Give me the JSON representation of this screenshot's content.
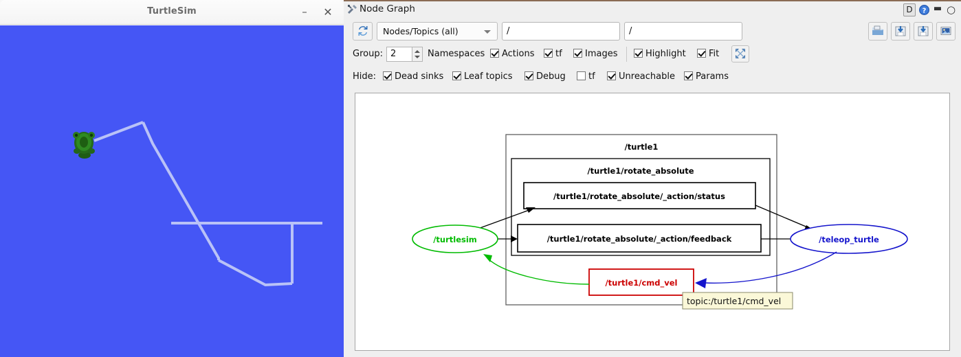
{
  "turtlesim": {
    "title": "TurtleSim",
    "minimize_label": "–",
    "close_label": "✕",
    "canvas_bg": "#4556f5",
    "path_color": "#b9c2f7"
  },
  "nodegraph": {
    "title": "Node Graph",
    "title_icon": "tools-icon",
    "dock": {
      "float_label": "D",
      "help_label": "?",
      "minimize_label": "▬",
      "close_label": "○"
    },
    "toolbar": {
      "refresh_icon": "refresh-icon",
      "filter_select": "Nodes/Topics (all)",
      "topic_filter_value": "/",
      "node_filter_value": "/",
      "buttons": [
        {
          "name": "load-dot-button",
          "icon": "folder-open-icon"
        },
        {
          "name": "save-dot-button",
          "icon": "save-dot-icon"
        },
        {
          "name": "save-svg-button",
          "icon": "save-svg-icon"
        },
        {
          "name": "save-image-button",
          "icon": "save-image-icon"
        }
      ]
    },
    "options": {
      "group_label": "Group:",
      "group_value": "2",
      "namespaces_label": "Namespaces",
      "checks": [
        {
          "label": "Actions",
          "checked": true
        },
        {
          "label": "tf",
          "checked": true
        },
        {
          "label": "Images",
          "checked": true
        },
        {
          "label": "Highlight",
          "checked": true
        },
        {
          "label": "Fit",
          "checked": true
        }
      ],
      "fit_in_view_icon": "fit-in-view-icon"
    },
    "hide": {
      "label": "Hide:",
      "checks": [
        {
          "label": "Dead sinks",
          "checked": true
        },
        {
          "label": "Leaf topics",
          "checked": true
        },
        {
          "label": "Debug",
          "checked": true
        },
        {
          "label": "tf",
          "checked": false
        },
        {
          "label": "Unreachable",
          "checked": true
        },
        {
          "label": "Params",
          "checked": true
        }
      ]
    },
    "graph": {
      "clusters": [
        {
          "name": "cluster-turtle1",
          "label": "/turtle1"
        },
        {
          "name": "cluster-rotate-absolute",
          "label": "/turtle1/rotate_absolute"
        }
      ],
      "topics": [
        {
          "name": "topic-action-status",
          "label": "/turtle1/rotate_absolute/_action/status",
          "color": "#000000"
        },
        {
          "name": "topic-action-feedback",
          "label": "/turtle1/rotate_absolute/_action/feedback",
          "color": "#000000"
        },
        {
          "name": "topic-cmd-vel",
          "label": "/turtle1/cmd_vel",
          "color": "#cc0000"
        }
      ],
      "nodes": [
        {
          "name": "node-turtlesim",
          "label": "/turtlesim",
          "color": "#00bb00"
        },
        {
          "name": "node-teleop-turtle",
          "label": "/teleop_turtle",
          "color": "#1414cc"
        }
      ],
      "tooltip": "topic:/turtle1/cmd_vel"
    }
  }
}
